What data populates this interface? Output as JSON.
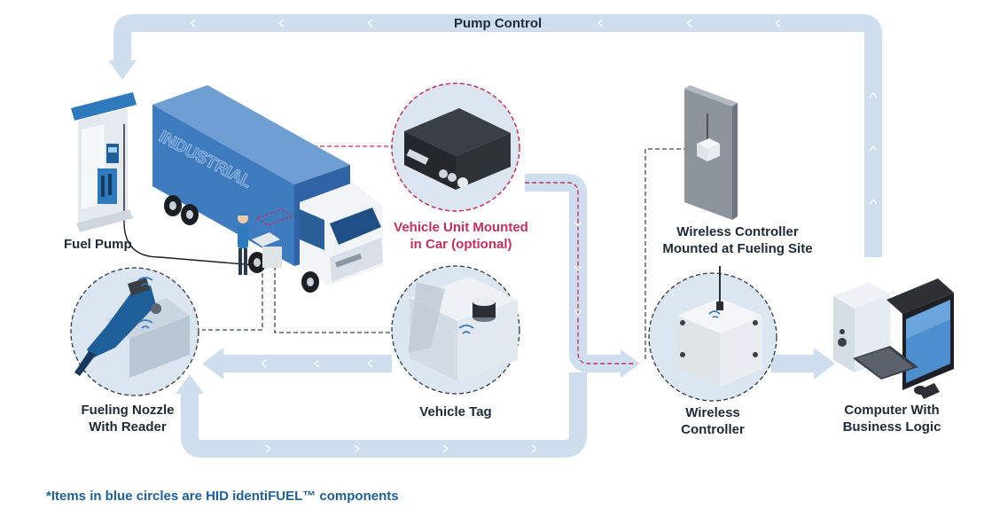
{
  "labels": {
    "pump_control": "Pump Control",
    "fuel_pump": "Fuel Pump",
    "truck_brand": "INDUSTRIAL",
    "vehicle_unit_line1": "Vehicle Unit Mounted",
    "vehicle_unit_line2": "in Car (optional)",
    "wireless_site_line1": "Wireless Controller",
    "wireless_site_line2": "Mounted at Fueling Site",
    "nozzle_line1": "Fueling Nozzle",
    "nozzle_line2": "With Reader",
    "vehicle_tag": "Vehicle Tag",
    "wireless_ctrl_line1": "Wireless",
    "wireless_ctrl_line2": "Controller",
    "computer_line1": "Computer With",
    "computer_line2": "Business Logic"
  },
  "footnote": "*Items in blue circles are HID identiFUEL™ components",
  "colors": {
    "flow": "#cfdeec",
    "flow_arrow": "#ffffff",
    "circle_fill": "#dce6f0",
    "circle_border": "#2e3b48",
    "accent_red": "#c2305c",
    "truck_blue": "#3f7bbf",
    "footnote": "#1f5f99"
  }
}
